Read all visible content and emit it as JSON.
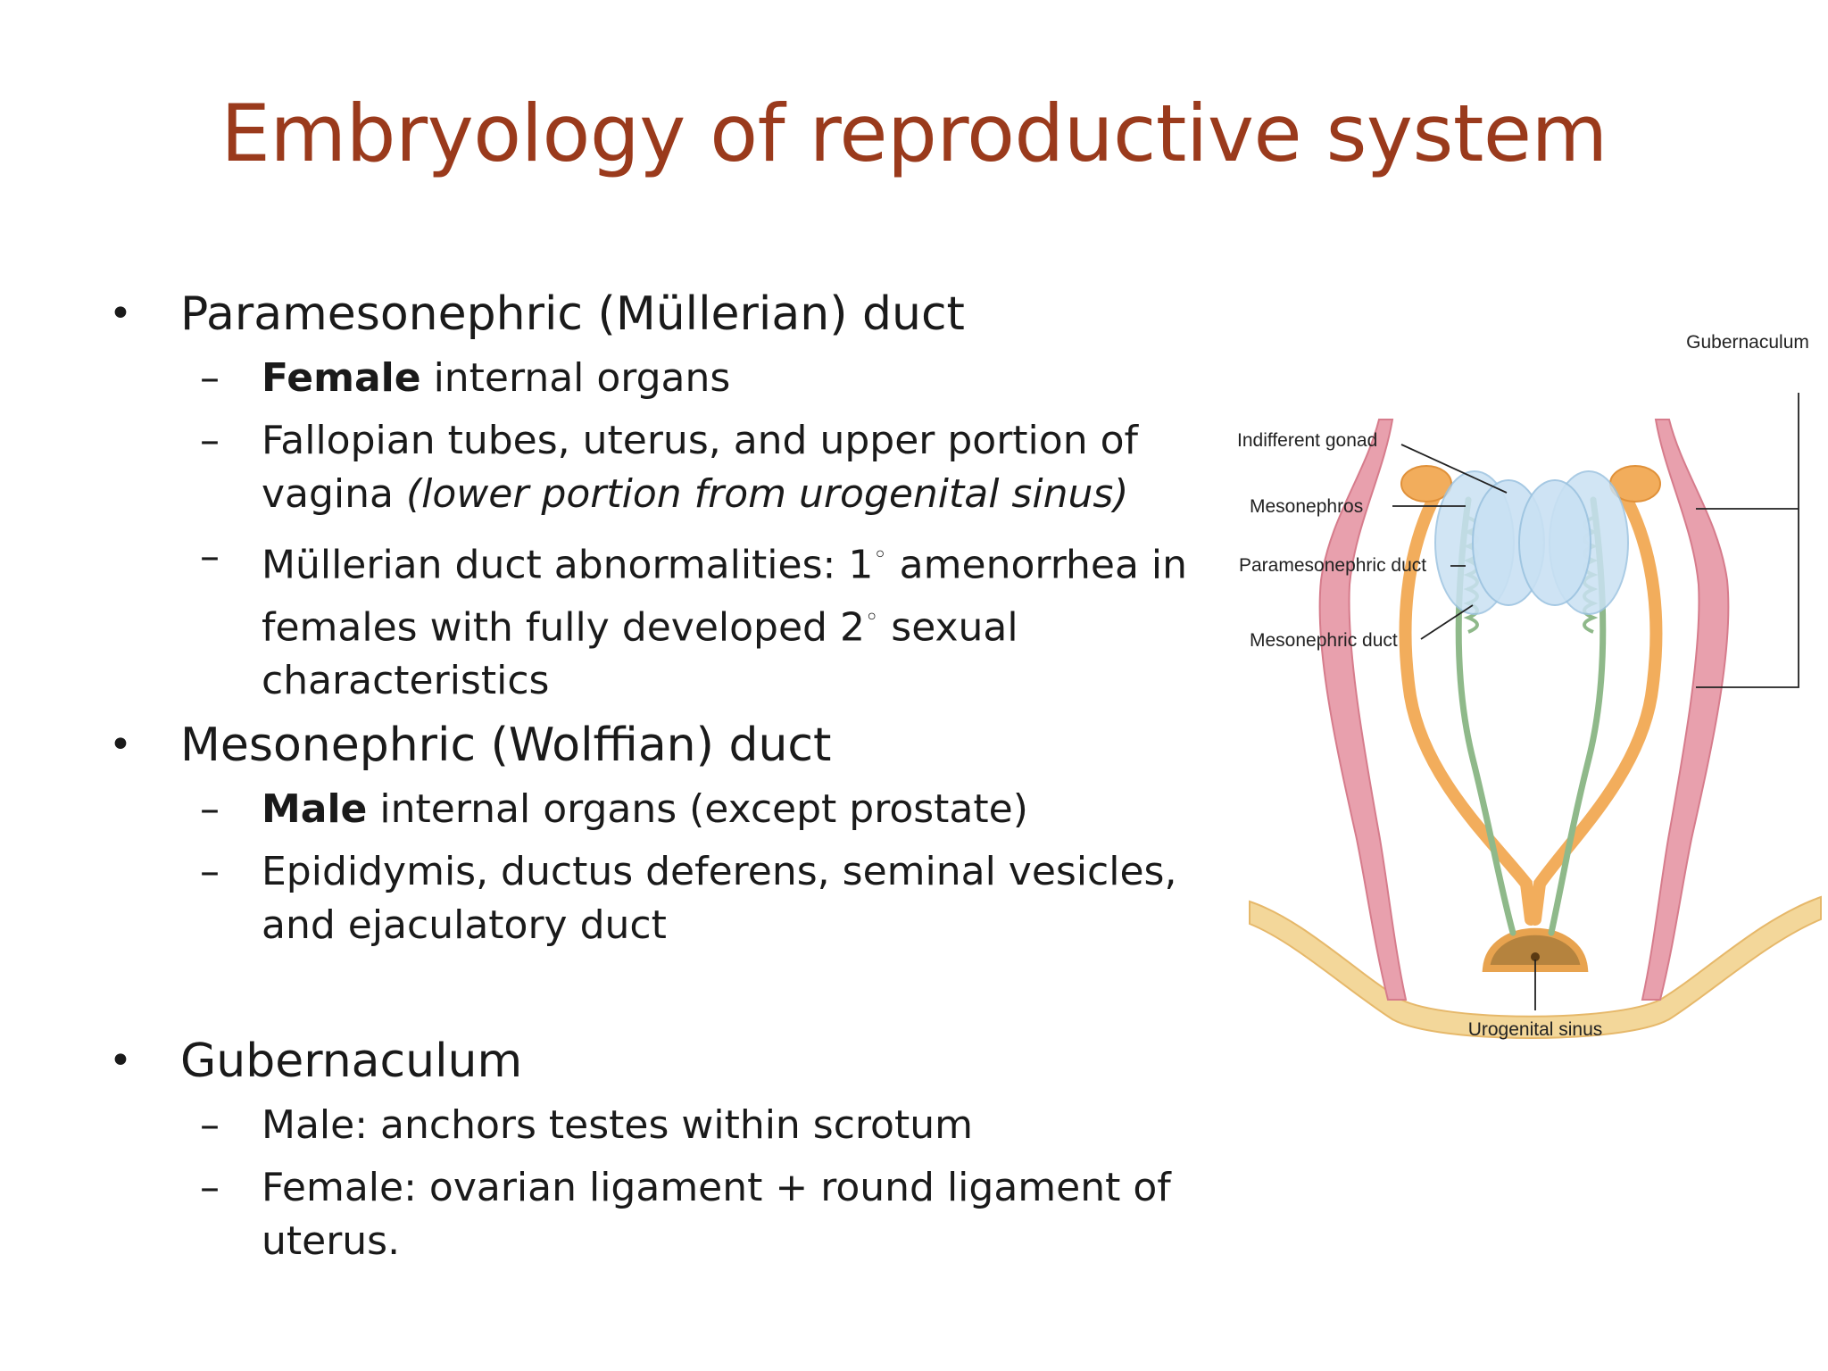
{
  "title": "Embryology of reproductive system",
  "sections": [
    {
      "heading": "Paramesonephric (Müllerian) duct",
      "items": [
        {
          "bold": "Female",
          "text": " internal organs"
        },
        {
          "text": "Fallopian tubes, uterus, and upper portion of vagina ",
          "italic": "(lower portion from urogenital sinus)"
        },
        {
          "pre": "Müllerian duct abnormalities: 1",
          "deg1": "◦",
          "mid": " amenorrhea in females with fully developed 2",
          "deg2": "◦",
          "post": " sexual characteristics"
        }
      ]
    },
    {
      "heading": "Mesonephric (Wolffian) duct",
      "items": [
        {
          "bold": "Male",
          "text": " internal organs (except prostate)"
        },
        {
          "text": "Epididymis, ductus deferens, seminal vesicles, and ejaculatory duct"
        }
      ]
    },
    {
      "heading": "Gubernaculum",
      "items": [
        {
          "text": "Male: anchors testes within scrotum"
        },
        {
          "text": "Female: ovarian ligament + round ligament of uterus."
        }
      ]
    }
  ],
  "figure": {
    "labels": {
      "gubernaculum": "Gubernaculum",
      "indifferent_gonad": "Indifferent gonad",
      "mesonephros": "Mesonephros",
      "paramesonephric_duct": "Paramesonephric duct",
      "mesonephric_duct": "Mesonephric duct",
      "urogenital_sinus": "Urogenital sinus"
    },
    "colors": {
      "title": "#9a3a1c",
      "gonad": "#c9e1f3",
      "mesonephric_duct": "#8fb98a",
      "paramesonephric_duct": "#f2ad5c",
      "gubernaculum": "#e8a0ad",
      "sinus": "#b5833e"
    }
  }
}
